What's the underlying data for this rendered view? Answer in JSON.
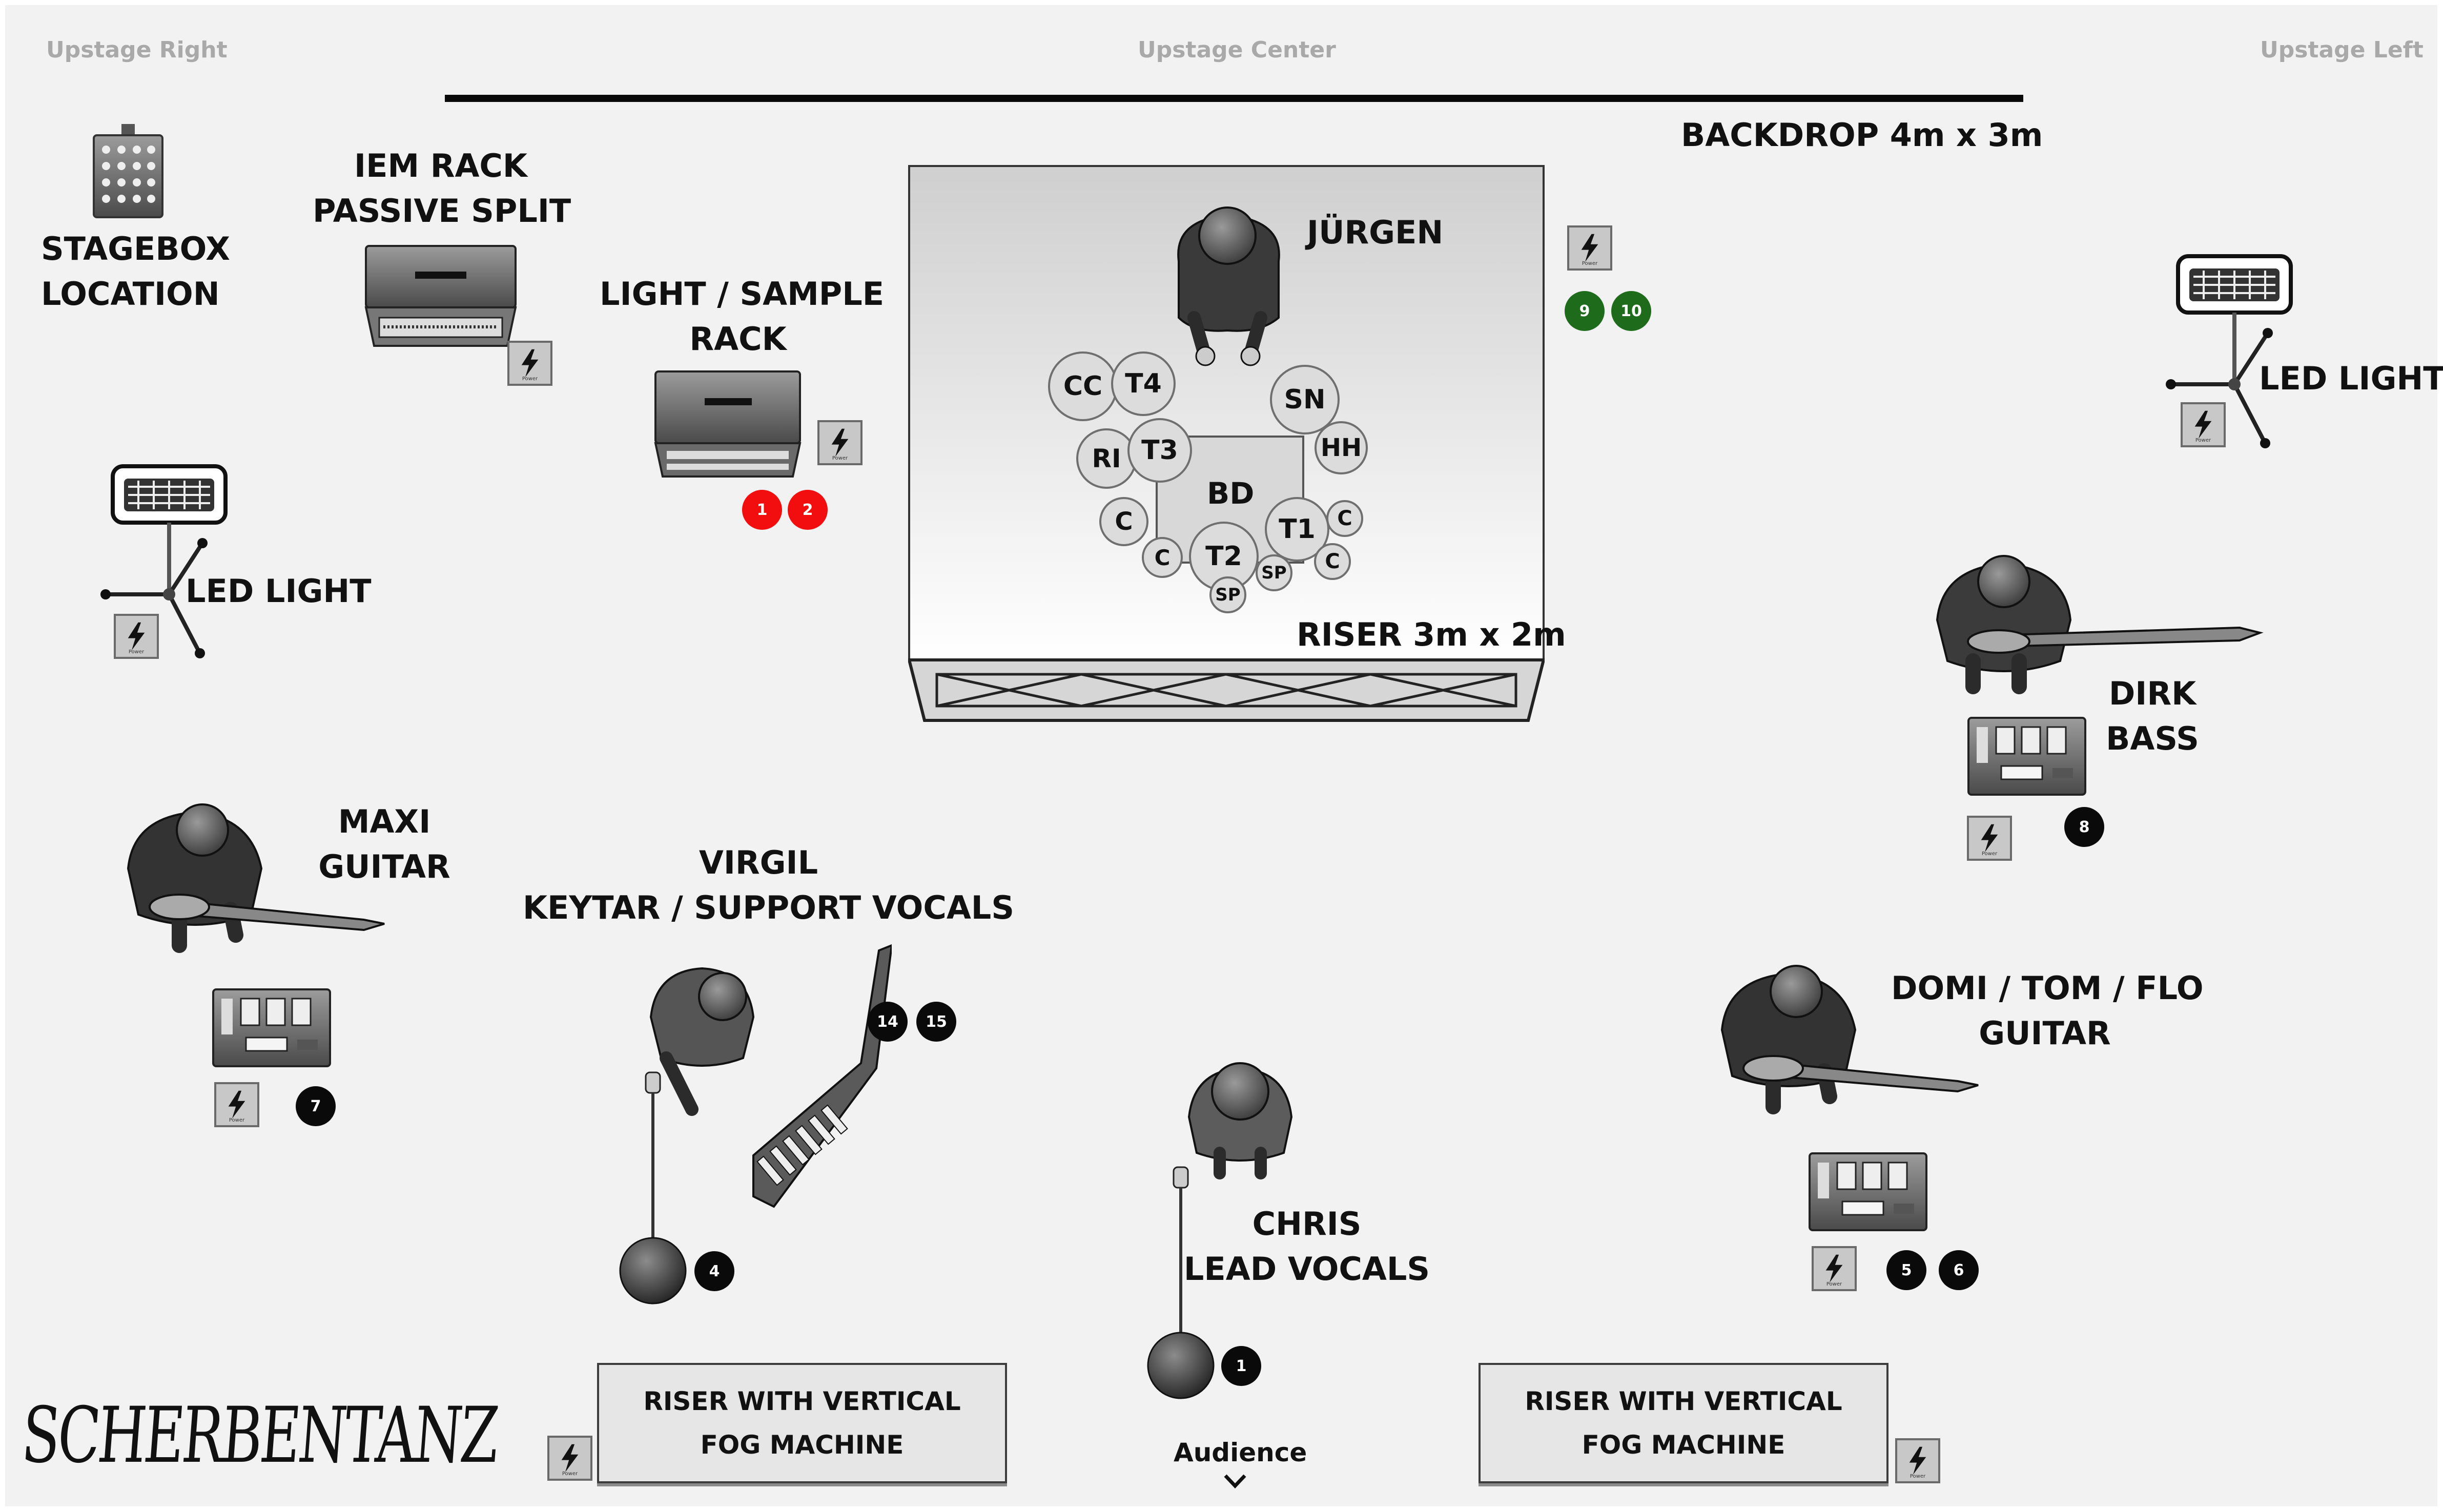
{
  "orientation": {
    "upstage_right": "Upstage Right",
    "upstage_center": "Upstage Center",
    "upstage_left": "Upstage Left",
    "audience": "Audience"
  },
  "backdrop": {
    "label": "BACKDROP 4m x 3m"
  },
  "stagebox": {
    "line1": "STAGEBOX",
    "line2": "LOCATION"
  },
  "iem_rack": {
    "line1": "IEM RACK",
    "line2": "PASSIVE SPLIT"
  },
  "light_rack": {
    "line1": "LIGHT / SAMPLE",
    "line2": "RACK"
  },
  "led_light": {
    "label": "LED LIGHT"
  },
  "riser": {
    "label": "RISER 3m x 2m"
  },
  "drummer": {
    "name": "JÜRGEN"
  },
  "drums": {
    "cc": "CC",
    "t4": "T4",
    "sn": "SN",
    "hh": "HH",
    "ri": "RI",
    "t3": "T3",
    "bd": "BD",
    "c": "C",
    "t1": "T1",
    "t2": "T2",
    "sp": "SP"
  },
  "musicians": {
    "dirk": {
      "name": "DIRK",
      "role": "BASS"
    },
    "maxi": {
      "name": "MAXI",
      "role": "GUITAR"
    },
    "virgil": {
      "name": "VIRGIL",
      "role": "KEYTAR / SUPPORT VOCALS"
    },
    "chris": {
      "name": "CHRIS",
      "role": "LEAD VOCALS"
    },
    "domi": {
      "name": "DOMI / TOM / FLO",
      "role": "GUITAR"
    }
  },
  "fog_risers": {
    "line1": "RISER WITH VERTICAL",
    "line2": "FOG MACHINE"
  },
  "power_label": "Power",
  "channels": {
    "light_rack": [
      "1",
      "2"
    ],
    "drum_power": [
      "9",
      "10"
    ],
    "dirk": [
      "8"
    ],
    "maxi": [
      "7"
    ],
    "virgil_keytar": [
      "14",
      "15"
    ],
    "virgil_mic": [
      "4"
    ],
    "chris_mic": [
      "1"
    ],
    "domi": [
      "5",
      "6"
    ]
  },
  "logo": {
    "text": "SCHERBENTANZ"
  },
  "colors": {
    "stage_bg": "#f2f2f2",
    "channel_black": "#0a0a0a",
    "channel_red": "#f20e0e",
    "channel_green": "#1f6b1c",
    "side_label": "#a9a9a9"
  }
}
